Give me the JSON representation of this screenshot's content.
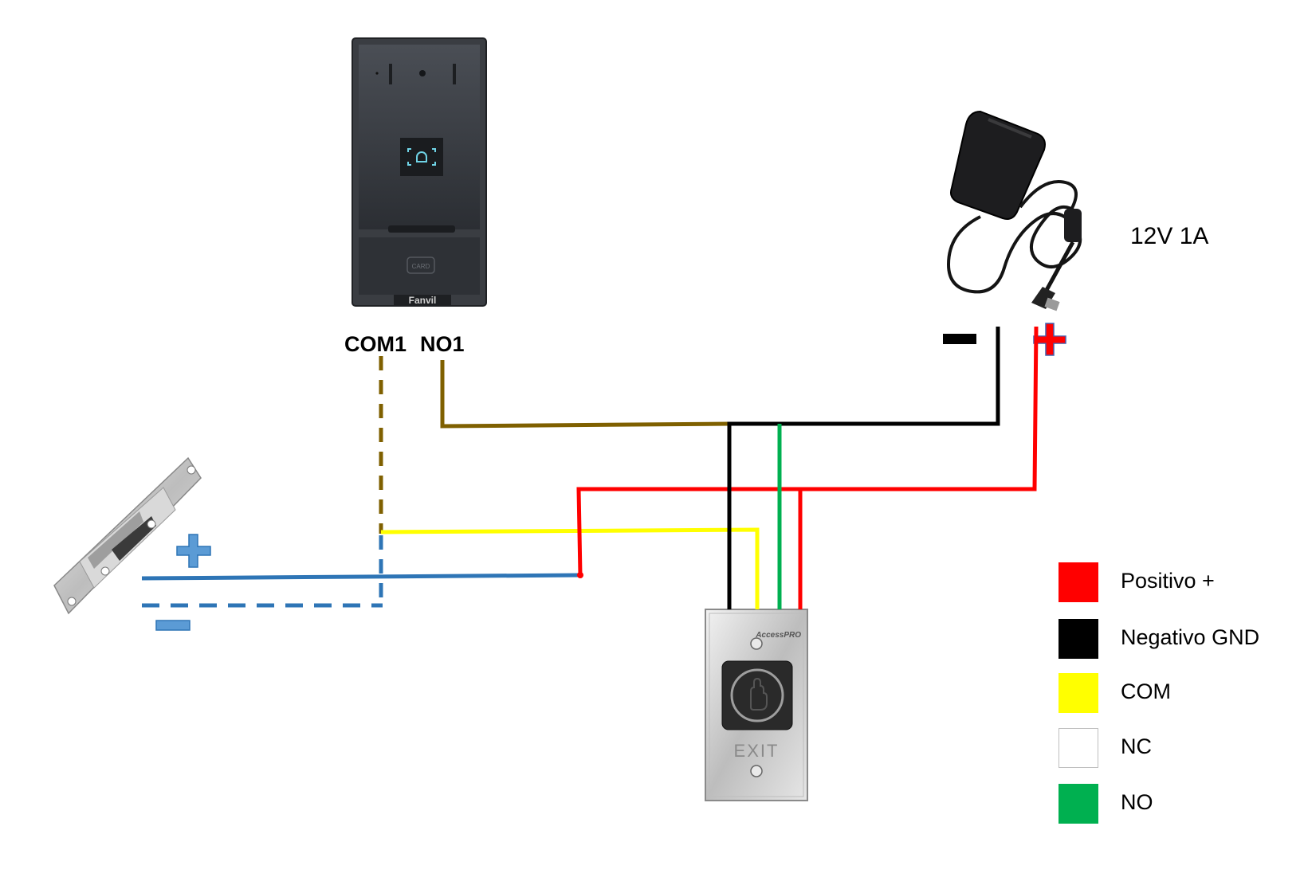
{
  "intercom": {
    "brand": "Fanvil",
    "card_label": "CARD",
    "terminal_com": "COM1",
    "terminal_no": "NO1"
  },
  "power_supply": {
    "rating": "12V 1A",
    "minus_symbol": "−",
    "plus_symbol": "+"
  },
  "exit_button": {
    "brand": "AccessPRO",
    "label": "EXIT"
  },
  "lock": {
    "plus_symbol": "+",
    "minus_symbol": "−"
  },
  "colors": {
    "positive": "#ff0000",
    "negative": "#000000",
    "com": "#ffff00",
    "nc": "#ffffff",
    "no": "#00b050",
    "relay_wire": "#7f6000",
    "lock_wire": "#2e75b6"
  },
  "legend": [
    {
      "label": "Positivo +",
      "color": "#ff0000"
    },
    {
      "label": "Negativo GND",
      "color": "#000000"
    },
    {
      "label": "COM",
      "color": "#ffff00"
    },
    {
      "label": "NC",
      "color": "#ffffff"
    },
    {
      "label": "NO",
      "color": "#00b050"
    }
  ]
}
